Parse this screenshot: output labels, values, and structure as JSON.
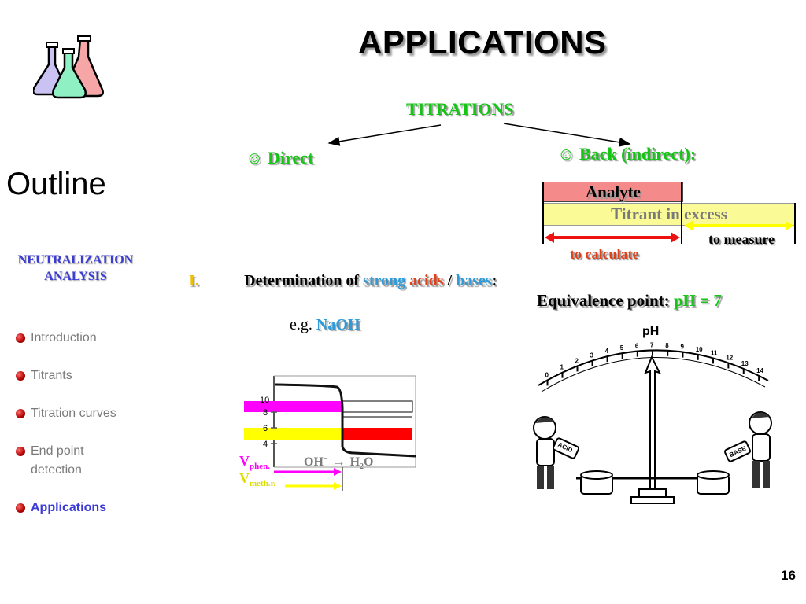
{
  "slide": {
    "title": "APPLICATIONS",
    "outline": "Outline",
    "section_line1": "NEUTRALIZATION",
    "section_line2": "ANALYSIS",
    "page_number": "16"
  },
  "nav": [
    {
      "label": "Introduction",
      "active": false
    },
    {
      "label": "Titrants",
      "active": false
    },
    {
      "label": "Titration curves",
      "active": false
    },
    {
      "label": "End point",
      "label2": "detection",
      "active": false
    },
    {
      "label": "Applications",
      "active": true
    }
  ],
  "titrations": {
    "heading": "TITRATIONS",
    "direct": "Direct",
    "back": "Back (indirect):",
    "smiley": "☺"
  },
  "back_diagram": {
    "analyte": "Analyte",
    "titrant": "Titrant in excess",
    "to_measure": "to measure",
    "to_calculate": "to calculate"
  },
  "determination": {
    "numeral": "I.",
    "prefix": "Determination of",
    "strong": "strong",
    "acids": "acids",
    "slash": "/",
    "bases": "bases",
    "colon": ":"
  },
  "equivalence": {
    "label": "Equivalence point:",
    "value": "pH = 7"
  },
  "example": {
    "prefix": "e.g.",
    "compound": "NaOH"
  },
  "curve": {
    "y_ticks": [
      "10",
      "8",
      "6",
      "4"
    ],
    "v_letter": "V",
    "v_phen_sub": "phen.",
    "v_meth_sub": "meth.r.",
    "reaction_left": "OH",
    "reaction_sup": "−",
    "reaction_arrow": "→",
    "reaction_h": "H",
    "reaction_sub": "2",
    "reaction_o": "O"
  },
  "ph_scale": {
    "label": "pH",
    "ticks": [
      "0",
      "1",
      "2",
      "3",
      "4",
      "5",
      "6",
      "7",
      "8",
      "9",
      "10",
      "11",
      "12",
      "13",
      "14"
    ],
    "acid_label": "ACID",
    "base_label": "BASE"
  },
  "colors": {
    "green_text": "#15c515",
    "blue_text": "#2e9bd8",
    "red_text": "#e0401a",
    "analyte_fill": "#f48a8a",
    "titrant_fill": "#fafa96",
    "magenta": "#ff00ff",
    "yellow": "#ffff00",
    "red_band": "#ff0000"
  },
  "icons": [
    "flasks-icon",
    "bullet-icon",
    "smiley-icon"
  ]
}
